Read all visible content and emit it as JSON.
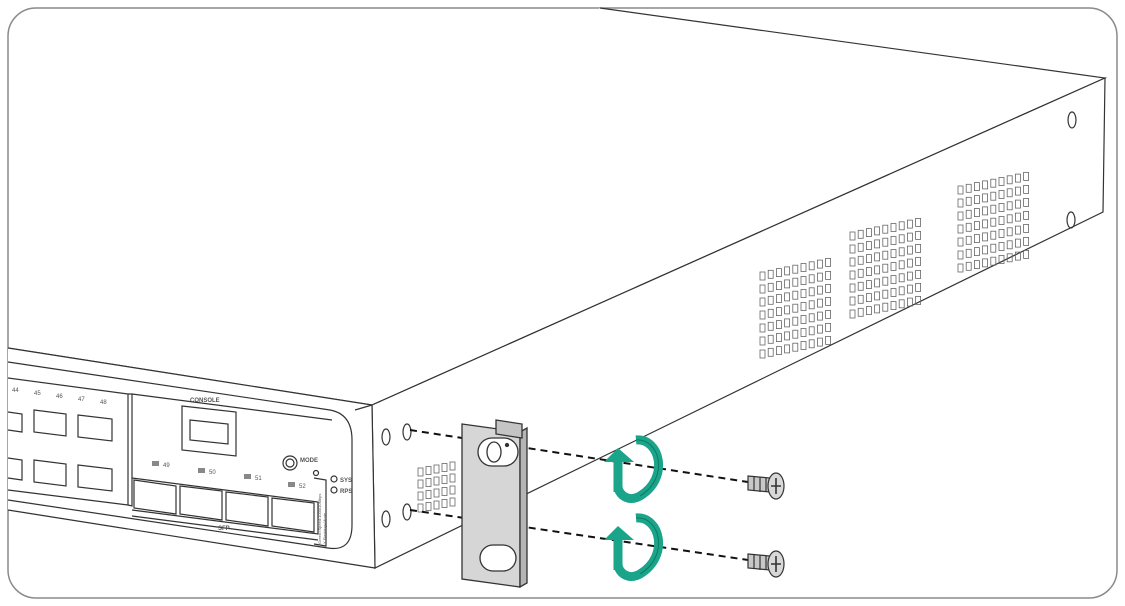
{
  "diagram": {
    "title": "",
    "front_panel": {
      "port_labels_top": [
        "44",
        "45",
        "46",
        "47",
        "48"
      ],
      "console_label": "CONSOLE",
      "mode_label": "MODE",
      "sys_led_label": "SYS",
      "rps_led_label": "RPS",
      "sfp_led_labels": [
        "49",
        "50",
        "51",
        "52"
      ],
      "sfp_group_label": "SFP",
      "vertical_note_1": "Green=Speed:1000/10Mbps",
      "vertical_note_2": "Y Flashing=Mode"
    },
    "colors": {
      "outline": "#333333",
      "arrow": "#1aa58a",
      "bracket": "#d6d6d6",
      "screw": "#c8c8c8",
      "frame": "#8a8a8a"
    },
    "icons": [
      "rotate-arrow-icon",
      "screw-icon",
      "mounting-bracket-icon",
      "console-port-icon"
    ]
  }
}
